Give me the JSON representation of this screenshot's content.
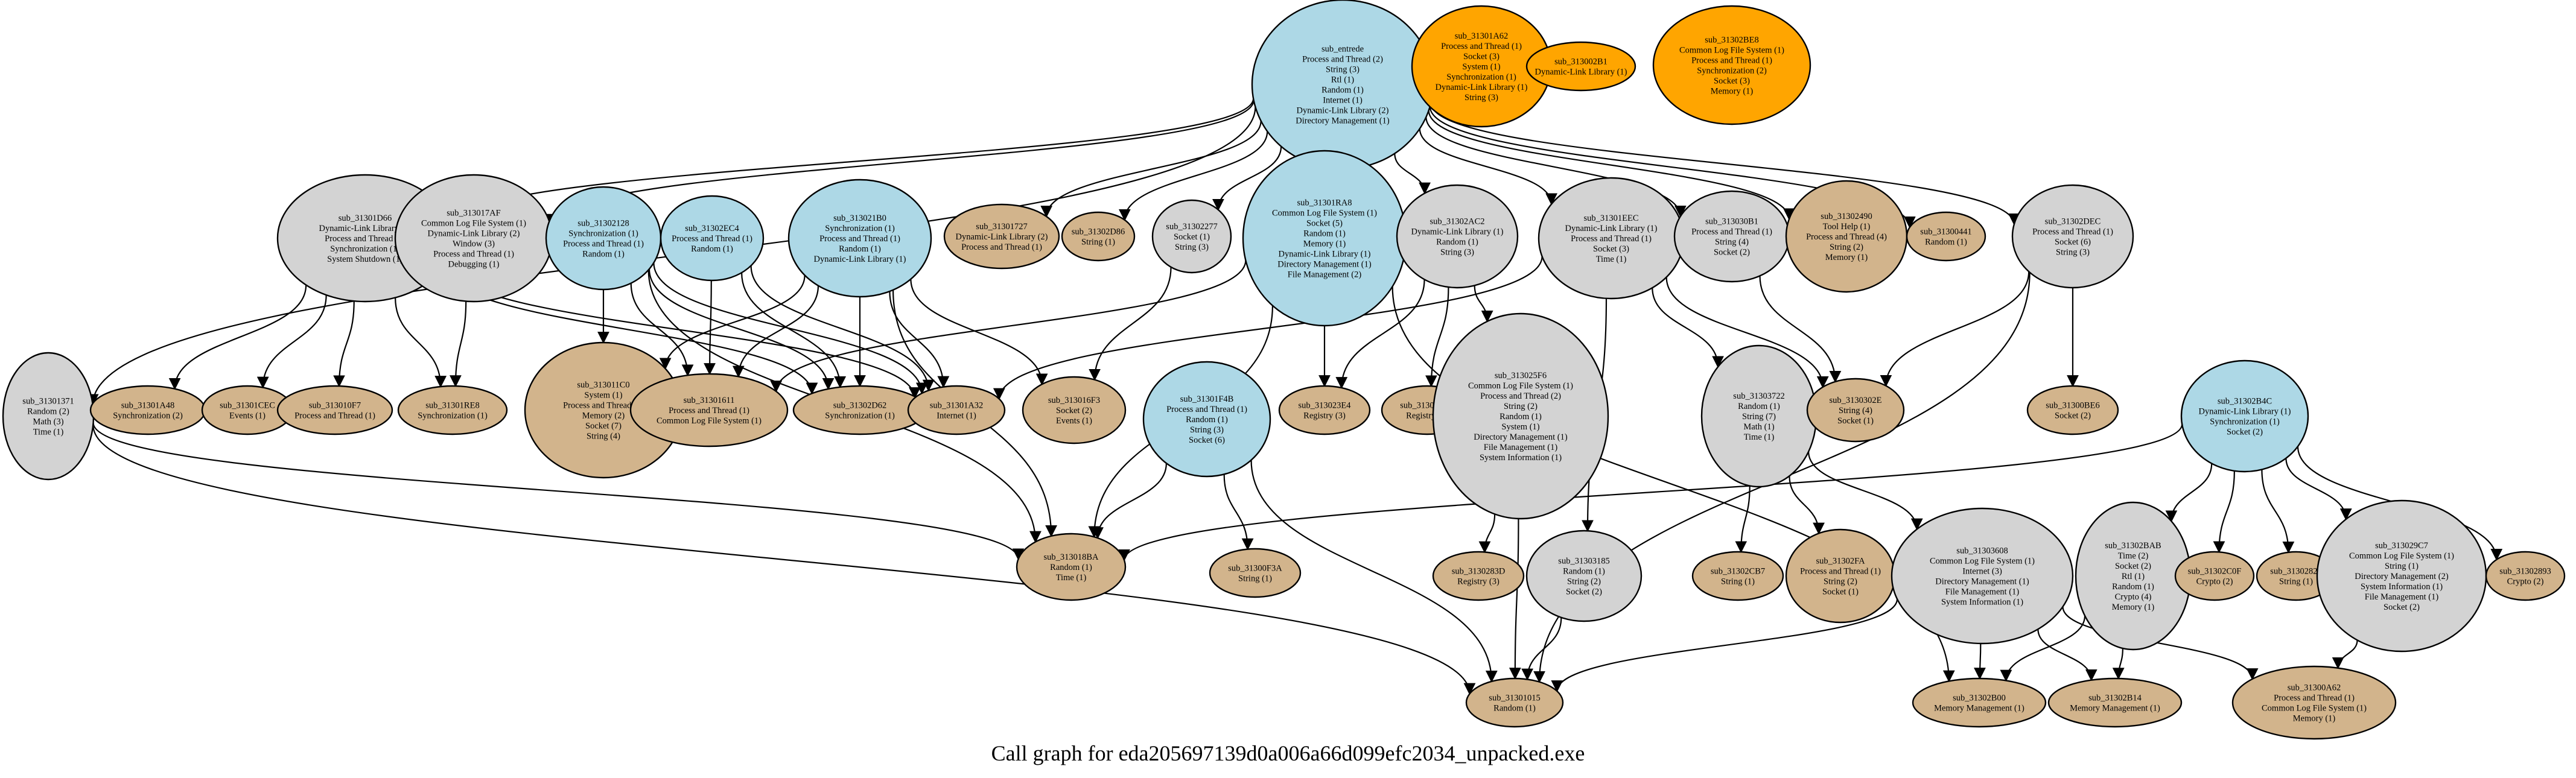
{
  "title": "Call graph for eda205697139d0a006a66d099efc2034_unpacked.exe",
  "colors": {
    "light_blue": "#add8e6",
    "light_gray": "#d3d3d3",
    "tan": "#d2b48c",
    "orange": "#ffa500",
    "outline": "#000000"
  },
  "nodes": [
    {
      "id": "sub_entry",
      "color": "light_blue",
      "lines": [
        "sub_entrede",
        "Process and Thread (2)",
        "String (3)",
        "Rtl (1)",
        "Random (1)",
        "Internet (1)",
        "Dynamic-Link Library (2)",
        "Directory Management (1)"
      ]
    },
    {
      "id": "o1",
      "color": "orange",
      "lines": [
        "sub_31301A62",
        "Process and Thread (1)",
        "Socket (3)",
        "System (1)",
        "Synchronization (1)",
        "Dynamic-Link Library (1)",
        "String (3)"
      ]
    },
    {
      "id": "o2",
      "color": "orange",
      "lines": [
        "sub_313002B1",
        "Dynamic-Link Library (1)"
      ]
    },
    {
      "id": "o3",
      "color": "orange",
      "lines": [
        "sub_31302BE8",
        "Common Log File System (1)",
        "Process and Thread (1)",
        "Synchronization (2)",
        "Socket (3)",
        "Memory (1)"
      ]
    },
    {
      "id": "n1D66",
      "color": "light_gray",
      "lines": [
        "sub_31301D66",
        "Dynamic-Link Library (1)",
        "Process and Thread (1)",
        "Synchronization (1)",
        "System Shutdown (1)"
      ]
    },
    {
      "id": "n17AF",
      "color": "light_gray",
      "lines": [
        "sub_313017AF",
        "Common Log File System (1)",
        "Dynamic-Link Library (2)",
        "Window (3)",
        "Process and Thread (1)",
        "Debugging (1)"
      ]
    },
    {
      "id": "n2128",
      "color": "light_blue",
      "lines": [
        "sub_31302128",
        "Synchronization (1)",
        "Process and Thread (1)",
        "Random (1)"
      ]
    },
    {
      "id": "n2EC4",
      "color": "light_blue",
      "lines": [
        "sub_31302EC4",
        "Process and Thread (1)",
        "Random (1)"
      ]
    },
    {
      "id": "n21B0",
      "color": "light_blue",
      "lines": [
        "sub_313021B0",
        "Synchronization (1)",
        "Process and Thread (1)",
        "Random (1)",
        "Dynamic-Link Library (1)"
      ]
    },
    {
      "id": "n1727",
      "color": "tan",
      "lines": [
        "sub_31301727",
        "Dynamic-Link Library (2)",
        "Process and Thread (1)"
      ]
    },
    {
      "id": "n2D86",
      "color": "tan",
      "lines": [
        "sub_31302D86",
        "String (1)"
      ]
    },
    {
      "id": "n2277",
      "color": "light_gray",
      "lines": [
        "sub_31302277",
        "Socket (1)",
        "String (3)"
      ]
    },
    {
      "id": "n1RA8",
      "color": "light_blue",
      "lines": [
        "sub_31301RA8",
        "Common Log File System (1)",
        "Socket (5)",
        "Random (1)",
        "Memory (1)",
        "Dynamic-Link Library (1)",
        "Directory Management (1)",
        "File Management (2)"
      ]
    },
    {
      "id": "n2AC2",
      "color": "light_gray",
      "lines": [
        "sub_31302AC2",
        "Dynamic-Link Library (1)",
        "Random (1)",
        "String (3)"
      ]
    },
    {
      "id": "n1EEC",
      "color": "light_gray",
      "lines": [
        "sub_31301EEC",
        "Dynamic-Link Library (1)",
        "Process and Thread (1)",
        "Socket (3)",
        "Time (1)"
      ]
    },
    {
      "id": "n30B1",
      "color": "light_gray",
      "lines": [
        "sub_313030B1",
        "Process and Thread (1)",
        "String (4)",
        "Socket (2)"
      ]
    },
    {
      "id": "n2490",
      "color": "tan",
      "lines": [
        "sub_31302490",
        "Tool Help (1)",
        "Process and Thread (4)",
        "String (2)",
        "Memory (1)"
      ]
    },
    {
      "id": "n0441",
      "color": "tan",
      "lines": [
        "sub_31300441",
        "Random (1)"
      ]
    },
    {
      "id": "n2DEC",
      "color": "light_gray",
      "lines": [
        "sub_31302DEC",
        "Process and Thread (1)",
        "Socket (6)",
        "String (3)"
      ]
    },
    {
      "id": "n1371",
      "color": "light_gray",
      "lines": [
        "sub_31301371",
        "Random (2)",
        "Math (3)",
        "Time (1)"
      ]
    },
    {
      "id": "n1A48",
      "color": "tan",
      "lines": [
        "sub_31301A48",
        "Synchronization (2)"
      ]
    },
    {
      "id": "n1CEC",
      "color": "tan",
      "lines": [
        "sub_31301CEC",
        "Events (1)"
      ]
    },
    {
      "id": "n10F7",
      "color": "tan",
      "lines": [
        "sub_313010F7",
        "Process and Thread (1)"
      ]
    },
    {
      "id": "n1RE8",
      "color": "tan",
      "lines": [
        "sub_31301RE8",
        "Synchronization (1)"
      ]
    },
    {
      "id": "n11C0",
      "color": "tan",
      "lines": [
        "sub_313011C0",
        "System (1)",
        "Process and Thread (1)",
        "Memory (2)",
        "Socket (7)",
        "String (4)"
      ]
    },
    {
      "id": "n1611",
      "color": "tan",
      "lines": [
        "sub_31301611",
        "Process and Thread (1)",
        "Common Log File System (1)"
      ]
    },
    {
      "id": "n2D62",
      "color": "tan",
      "lines": [
        "sub_31302D62",
        "Synchronization (1)"
      ]
    },
    {
      "id": "n1A32",
      "color": "tan",
      "lines": [
        "sub_31301A32",
        "Internet (1)"
      ]
    },
    {
      "id": "n16F3",
      "color": "tan",
      "lines": [
        "sub_313016F3",
        "Socket (2)",
        "Events (1)"
      ]
    },
    {
      "id": "n1F4B",
      "color": "light_blue",
      "lines": [
        "sub_31301F4B",
        "Process and Thread (1)",
        "Random (1)",
        "String (3)",
        "Socket (6)"
      ]
    },
    {
      "id": "n23E4",
      "color": "tan",
      "lines": [
        "sub_313023E4",
        "Registry (3)"
      ]
    },
    {
      "id": "n23AP",
      "color": "tan",
      "lines": [
        "sub_313023AP",
        "Registry (3)"
      ]
    },
    {
      "id": "n25F6",
      "color": "light_gray",
      "lines": [
        "sub_313025F6",
        "Common Log File System (1)",
        "Process and Thread (2)",
        "String (2)",
        "Random (1)",
        "System (1)",
        "Directory Management (1)",
        "File Management (1)",
        "System Information (1)"
      ]
    },
    {
      "id": "n3722",
      "color": "light_gray",
      "lines": [
        "sub_31303722",
        "Random (1)",
        "String (7)",
        "Math (1)",
        "Time (1)"
      ]
    },
    {
      "id": "n302E",
      "color": "tan",
      "lines": [
        "sub_3130302E",
        "String (4)",
        "Socket (1)"
      ]
    },
    {
      "id": "n0BE6",
      "color": "tan",
      "lines": [
        "sub_31300BE6",
        "Socket (2)"
      ]
    },
    {
      "id": "n2B4C",
      "color": "light_blue",
      "lines": [
        "sub_31302B4C",
        "Dynamic-Link Library (1)",
        "Synchronization (1)",
        "Socket (2)"
      ]
    },
    {
      "id": "n18BA",
      "color": "tan",
      "lines": [
        "sub_313018BA",
        "Random (1)",
        "Time (1)"
      ]
    },
    {
      "id": "n0F3A",
      "color": "tan",
      "lines": [
        "sub_31300F3A",
        "String (1)"
      ]
    },
    {
      "id": "n283D",
      "color": "tan",
      "lines": [
        "sub_3130283D",
        "Registry (3)"
      ]
    },
    {
      "id": "n3185",
      "color": "light_gray",
      "lines": [
        "sub_31303185",
        "Random (1)",
        "String (2)",
        "Socket (2)"
      ]
    },
    {
      "id": "n1B7",
      "color": "tan",
      "lines": [
        "sub_31302CB7",
        "String (1)"
      ]
    },
    {
      "id": "n2FA",
      "color": "tan",
      "lines": [
        "sub_31302FA",
        "Process and Thread (1)",
        "String (2)",
        "Socket (1)"
      ]
    },
    {
      "id": "n3608",
      "color": "light_gray",
      "lines": [
        "sub_31303608",
        "Common Log File System (1)",
        "Internet (3)",
        "Directory Management (1)",
        "File Management (1)",
        "System Information (1)"
      ]
    },
    {
      "id": "n2BAB",
      "color": "light_gray",
      "lines": [
        "sub_31302BAB",
        "Time (2)",
        "Socket (2)",
        "Rtl (1)",
        "Random (1)",
        "Crypto (4)",
        "Memory (1)"
      ]
    },
    {
      "id": "n2C0F",
      "color": "tan",
      "lines": [
        "sub_31302C0F",
        "Crypto (2)"
      ]
    },
    {
      "id": "n2826",
      "color": "tan",
      "lines": [
        "sub_31302826",
        "String (1)"
      ]
    },
    {
      "id": "n29C7",
      "color": "light_gray",
      "lines": [
        "sub_313029C7",
        "Common Log File System (1)",
        "String (1)",
        "Directory Management (2)",
        "System Information (1)",
        "File Management (1)",
        "Socket (2)"
      ]
    },
    {
      "id": "n2893",
      "color": "tan",
      "lines": [
        "sub_31302893",
        "Crypto (2)"
      ]
    },
    {
      "id": "n1015",
      "color": "tan",
      "lines": [
        "sub_31301015",
        "Random (1)"
      ]
    },
    {
      "id": "n2B00",
      "color": "tan",
      "lines": [
        "sub_31302B00",
        "Memory Management (1)"
      ]
    },
    {
      "id": "n2B14",
      "color": "tan",
      "lines": [
        "sub_31302B14",
        "Memory Management (1)"
      ]
    },
    {
      "id": "n0A62",
      "color": "tan",
      "lines": [
        "sub_31300A62",
        "Process and Thread (1)",
        "Common Log File System (1)",
        "Memory (1)"
      ]
    }
  ],
  "edges": [
    [
      "sub_entry",
      "n1371"
    ],
    [
      "sub_entry",
      "n1D66"
    ],
    [
      "sub_entry",
      "n17AF"
    ],
    [
      "sub_entry",
      "n1727"
    ],
    [
      "sub_entry",
      "n2D86"
    ],
    [
      "sub_entry",
      "n2277"
    ],
    [
      "sub_entry",
      "n2AC2"
    ],
    [
      "sub_entry",
      "n1EEC"
    ],
    [
      "sub_entry",
      "n30B1"
    ],
    [
      "sub_entry",
      "n2490"
    ],
    [
      "sub_entry",
      "n0441"
    ],
    [
      "sub_entry",
      "n2DEC"
    ],
    [
      "n1D66",
      "n1A48"
    ],
    [
      "n1D66",
      "n1CEC"
    ],
    [
      "n1D66",
      "n10F7"
    ],
    [
      "n1D66",
      "n1RE8"
    ],
    [
      "n1D66",
      "n2D62"
    ],
    [
      "n1D66",
      "n1A32"
    ],
    [
      "n17AF",
      "n1RE8"
    ],
    [
      "n2128",
      "n11C0"
    ],
    [
      "n2128",
      "n1611"
    ],
    [
      "n2128",
      "n2D62"
    ],
    [
      "n2128",
      "n1A32"
    ],
    [
      "n2128",
      "n18BA"
    ],
    [
      "n2EC4",
      "n1611"
    ],
    [
      "n2EC4",
      "n2D62"
    ],
    [
      "n2EC4",
      "n1A32"
    ],
    [
      "n21B0",
      "n11C0"
    ],
    [
      "n21B0",
      "n1611"
    ],
    [
      "n21B0",
      "n2D62"
    ],
    [
      "n21B0",
      "n1A32"
    ],
    [
      "n21B0",
      "n16F3"
    ],
    [
      "n21B0",
      "n18BA"
    ],
    [
      "n2277",
      "n16F3"
    ],
    [
      "n1RA8",
      "n1611"
    ],
    [
      "n1RA8",
      "n23E4"
    ],
    [
      "n1RA8",
      "n18BA"
    ],
    [
      "n1RA8",
      "n2B00"
    ],
    [
      "n2AC2",
      "n23E4"
    ],
    [
      "n2AC2",
      "n23AP"
    ],
    [
      "n2AC2",
      "n25F6"
    ],
    [
      "n1EEC",
      "n1A32"
    ],
    [
      "n1EEC",
      "n3722"
    ],
    [
      "n1EEC",
      "n302E"
    ],
    [
      "n1EEC",
      "n3185"
    ],
    [
      "n30B1",
      "n302E"
    ],
    [
      "n2DEC",
      "n302E"
    ],
    [
      "n2DEC",
      "n0BE6"
    ],
    [
      "n2DEC",
      "n1015"
    ],
    [
      "n1371",
      "n18BA"
    ],
    [
      "n1371",
      "n1015"
    ],
    [
      "n1F4B",
      "n18BA"
    ],
    [
      "n1F4B",
      "n0F3A"
    ],
    [
      "n1F4B",
      "n1015"
    ],
    [
      "n25F6",
      "n283D"
    ],
    [
      "n25F6",
      "n1015"
    ],
    [
      "n3722",
      "n1B7"
    ],
    [
      "n3722",
      "n2FA"
    ],
    [
      "n3722",
      "n3608"
    ],
    [
      "n3185",
      "n1015"
    ],
    [
      "n3608",
      "n1015"
    ],
    [
      "n3608",
      "n2B00"
    ],
    [
      "n3608",
      "n2B14"
    ],
    [
      "n3608",
      "n0A62"
    ],
    [
      "n2B4C",
      "n18BA"
    ],
    [
      "n2B4C",
      "n2BAB"
    ],
    [
      "n2B4C",
      "n2C0F"
    ],
    [
      "n2B4C",
      "n2826"
    ],
    [
      "n2B4C",
      "n29C7"
    ],
    [
      "n2B4C",
      "n2893"
    ],
    [
      "n2BAB",
      "n2B00"
    ],
    [
      "n2BAB",
      "n2B14"
    ],
    [
      "n29C7",
      "n0A62"
    ]
  ]
}
